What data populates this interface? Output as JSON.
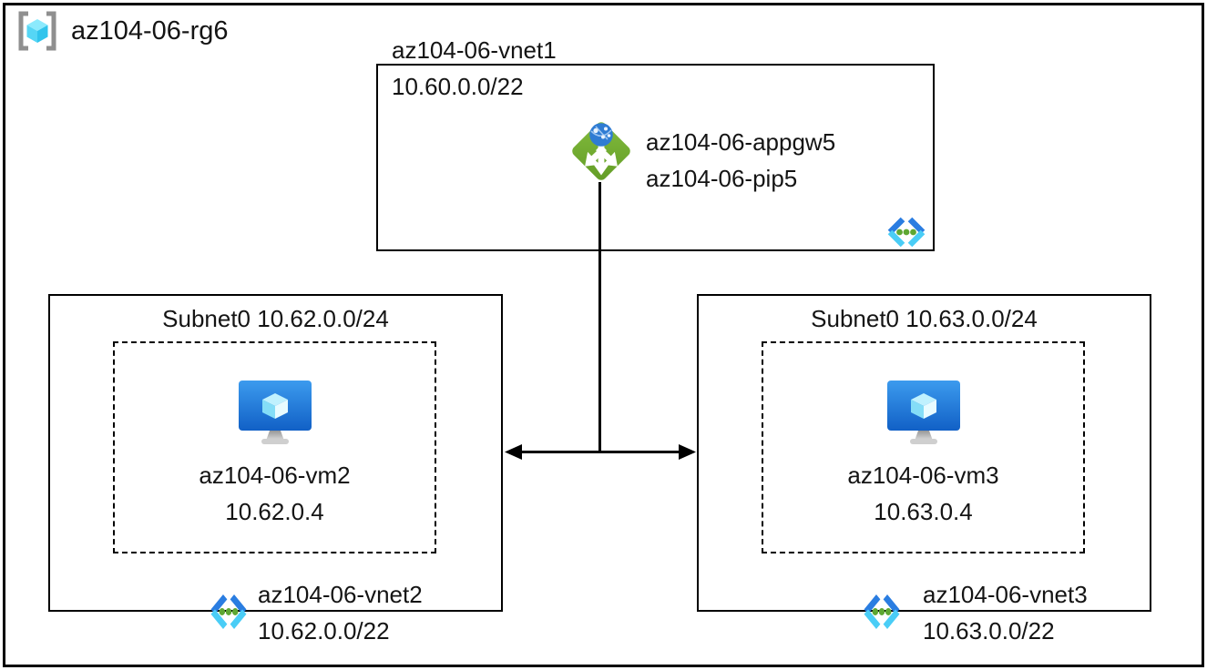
{
  "resource_group": {
    "name": "az104-06-rg6"
  },
  "vnet1": {
    "name": "az104-06-vnet1",
    "address_space": "10.60.0.0/22",
    "app_gateway_name": "az104-06-appgw5",
    "public_ip_name": "az104-06-pip5"
  },
  "vnet2": {
    "subnet_label": "Subnet0 10.62.0.0/24",
    "vm_name": "az104-06-vm2",
    "vm_ip": "10.62.0.4",
    "name": "az104-06-vnet2",
    "address_space": "10.62.0.0/22"
  },
  "vnet3": {
    "subnet_label": "Subnet0 10.63.0.0/24",
    "vm_name": "az104-06-vm3",
    "vm_ip": "10.63.0.4",
    "name": "az104-06-vnet3",
    "address_space": "10.63.0.0/22"
  },
  "icons": {
    "resource_group": "azure-resource-group-icon",
    "application_gateway": "azure-application-gateway-icon",
    "virtual_network": "azure-virtual-network-icon",
    "virtual_machine": "azure-virtual-machine-icon",
    "peering_connector": "double-arrow-line"
  },
  "colors": {
    "appgw_green": "#74ab34",
    "globe_blue": "#2f7cd3",
    "vnet_chevron_dark_blue": "#2a7de1",
    "vnet_chevron_cyan": "#4acdf6",
    "vnet_dot_green": "#5ea732",
    "vm_monitor_blue": "#1f78dd",
    "cube_cyan_light": "#8ceafd",
    "bracket_gray": "#8f8f8f",
    "line_black": "#000000",
    "background": "#ffffff"
  }
}
